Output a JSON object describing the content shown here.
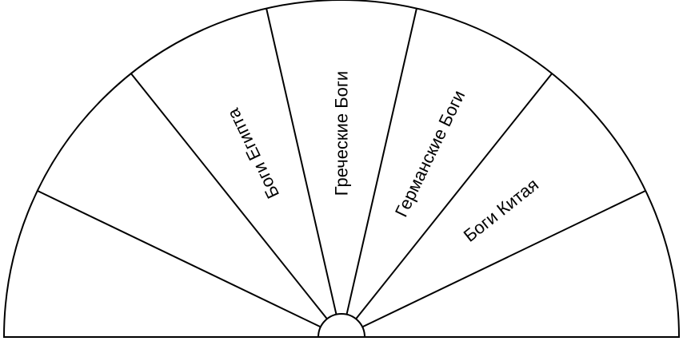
{
  "diagram": {
    "colors": {
      "stroke": "#000000",
      "fill": "#ffffff",
      "text": "#000000"
    },
    "sectors": [
      {
        "label": ""
      },
      {
        "label": ""
      },
      {
        "label": "Боги Египта"
      },
      {
        "label": "Греческие Боги"
      },
      {
        "label": "Германские Боги"
      },
      {
        "label": "Боги Китая"
      },
      {
        "label": ""
      }
    ]
  }
}
